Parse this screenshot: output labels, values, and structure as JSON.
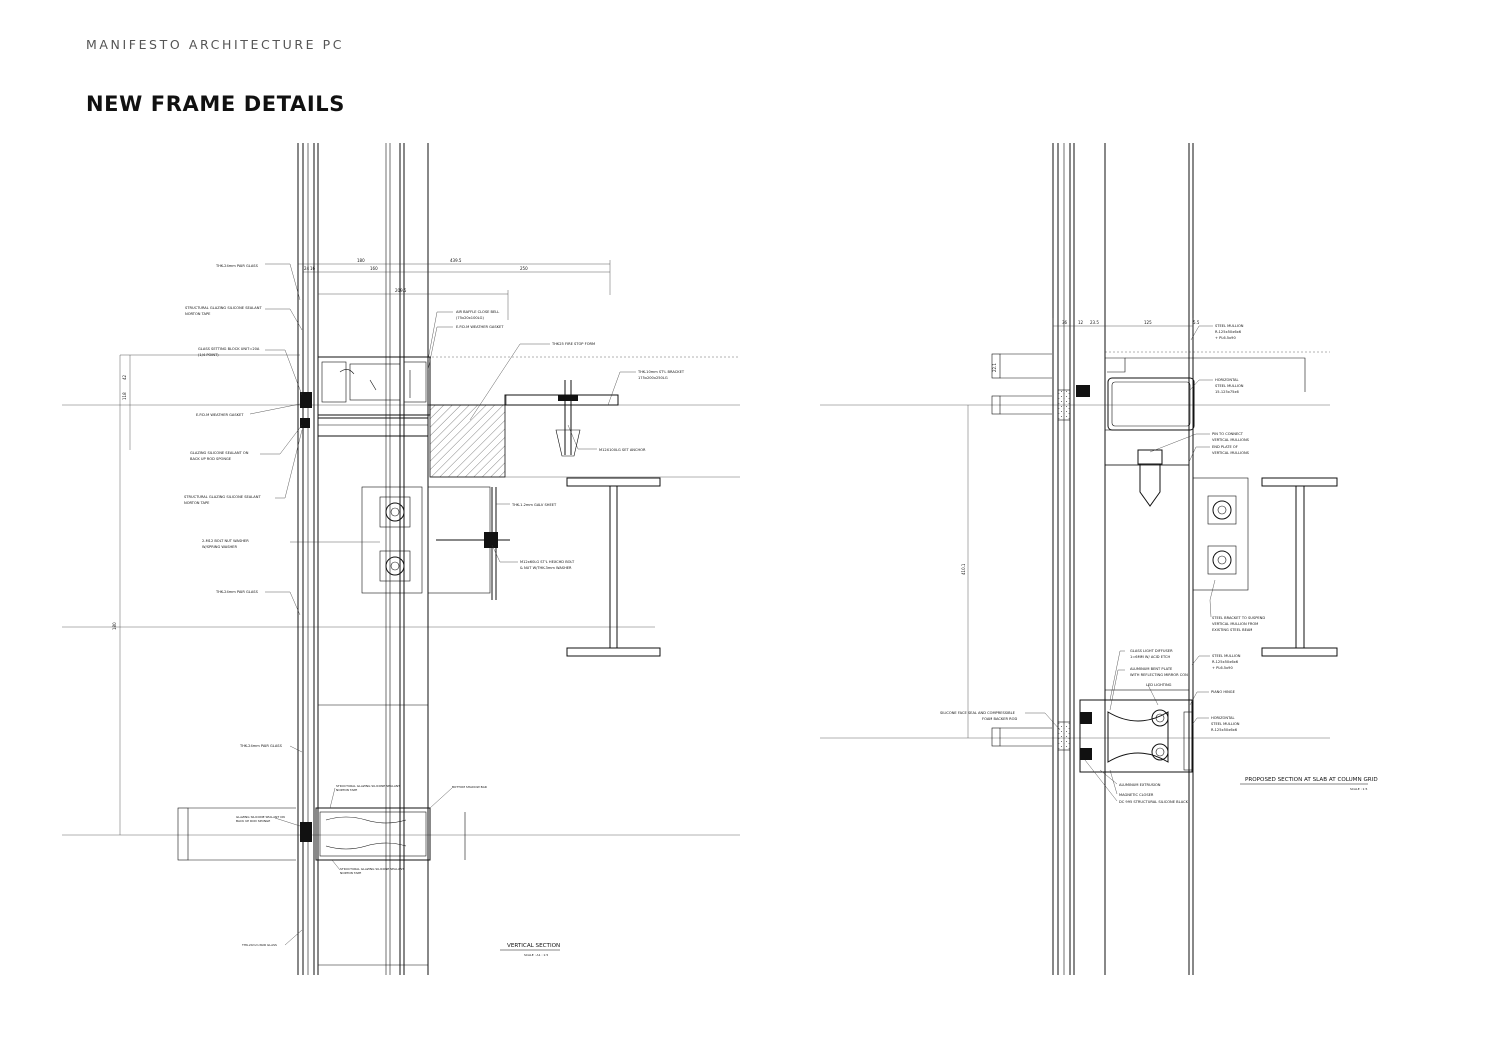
{
  "header": {
    "firm": "MANIFESTO ARCHITECTURE PC",
    "title": "NEW FRAME DETAILS"
  },
  "left_drawing": {
    "notes": {
      "pair_glass_top": "THK-24mm PAIR GLASS",
      "sg_sealant_1": "STRUCTURAL GLAZING SILICONE SEALANT",
      "norton_1": "NORTON TAPE",
      "setting_block": "GLASS SETTING BLOCK UNIT=20A",
      "setting_block_2": "(1/4 POINT)",
      "epdm_1": "E.P.D.M WEATHER GASKET",
      "glazing_sealant": "GLAZING SILICONE SEALANT ON",
      "glazing_sealant_2": "BACK UP ROD SPONGE",
      "sg_sealant_2": "STRUCTURAL GLAZING SILICONE SEALANT",
      "norton_2": "NORTON TAPE",
      "bolt_nut": "2-M12 BOLT NUT WASHER",
      "spring_washer": "W/SPRING WASHER",
      "pair_glass_mid": "THK-24mm PAIR GLASS",
      "air_baffle": "AIR BAFFLE CLOSE BELL",
      "air_baffle_2": "(75x20x100LG)",
      "epdm_2": "E.P.D.M WEATHER GASKET",
      "fire_stop": "THK25 FIRE STOP FORM",
      "bracket": "THK-10mm ST'L BRACKET",
      "bracket_2": "175x200x250LG",
      "set_anchor": "M12X100LG SET ANCHOR",
      "galv_sheet": "THK-1.2mm GALV SHEET",
      "hex_bolt": "M12x60LG ST'L HEXCHD BOLT",
      "hex_bolt_2": "& NUT W/THK-3mm WASHER",
      "pair_glass_low": "THK-24mm PAIR GLASS",
      "sg_sealant_3": "STRUCTURAL GLAZING SILICONE SEALANT",
      "norton_3": "NORTON TAPE",
      "glazing_sealant_3": "GLAZING SILICONE SEALANT ON",
      "glazing_sealant_4": "BACK UP ROD SPONGE",
      "bottom_bar": "BOTTOM SHADOW BAR",
      "sg_sealant_4": "STRUCTURAL GLAZING SILICONE SEALANT",
      "norton_4": "NORTON TAPE",
      "pair_glass_bottom": "THK-24mm PAIR GLASS"
    },
    "dims": {
      "d1": "24",
      "d2": "16",
      "d3": "180",
      "d4": "160",
      "d5": "439.5",
      "d6": "250",
      "d7": "209.5",
      "d8": "42",
      "d9": "118",
      "d10": "180"
    },
    "caption": "VERTICAL SECTION",
    "scale": "SCALE : A1 : 1:5"
  },
  "right_drawing": {
    "notes": {
      "steel_mullion": "STEEL MULLION",
      "steel_mullion_2": "R-125x50x6x6",
      "steel_mullion_3": "+ PL6.5x90",
      "horiz_mullion": "HORIZONTAL",
      "horiz_mullion_2": "STEEL MULLION",
      "horiz_mullion_3": "15-125x75x6",
      "pin": "PIN TO CONNECT",
      "pin_2": "VERTICAL MULLIONS",
      "end_plate": "END PLATE OF",
      "end_plate_2": "VERTICAL MULLIONS",
      "bracket": "STEEL BRACKET TO SUSPEND",
      "bracket_2": "VERTICAL MULLION FROM",
      "bracket_3": "EXISTING STEEL BEAM",
      "diffuser": "GLASS LIGHT DIFFUSER",
      "diffuser_2": "1=6MM W/ ACID ETCH",
      "bent_plate": "ALUMINUM BENT PLATE",
      "bent_plate_2": "WITH REFLECTING MIRROR CON",
      "led": "LED LIGHTING",
      "mullion_low": "STEEL MULLION",
      "mullion_low_2": "R-125x50x6x6",
      "mullion_low_3": "+ PL6.5x90",
      "hinge": "PIANO HINGE",
      "horiz_low": "HORIZONTAL",
      "horiz_low_2": "STEEL MULLION",
      "horiz_low_3": "R-125x50x6x6",
      "silicone_face": "SILICONE FACE SEAL AND COMPRESSIBLE",
      "silicone_face_2": "FOAM BACKER ROD",
      "alum_ext": "ALUMINUM EXTRUSION",
      "magnetic": "MAGNETIC CLOSER",
      "dc995": "DC 995 STRUCTURAL SILICONE BLACK"
    },
    "dims": {
      "d1": "36",
      "d2": "12",
      "d3": "23.5",
      "d4": "125",
      "d5": "5.5",
      "d6": "410.1",
      "d7": "22.1"
    },
    "caption": "PROPOSED SECTION AT SLAB AT COLUMN GRID",
    "scale": "SCALE : 1:5"
  }
}
